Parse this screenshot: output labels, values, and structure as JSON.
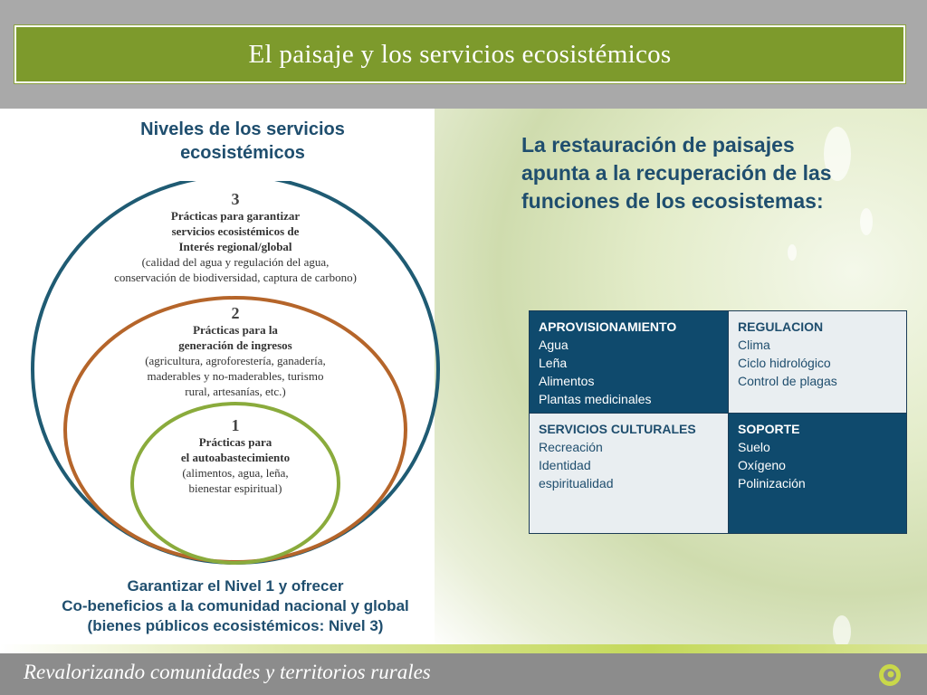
{
  "header": {
    "title": "El paisaje y los servicios ecosistémicos"
  },
  "left": {
    "heading_line1": "Niveles de los servicios",
    "heading_line2": "ecosistémicos",
    "levels": [
      {
        "number": "3",
        "lines": [
          "Prácticas para garantizar",
          "servicios ecosistémicos de",
          "Interés regional/global"
        ],
        "detail": [
          "(calidad del agua y regulación del agua,",
          "conservación de biodiversidad, captura de carbono)"
        ]
      },
      {
        "number": "2",
        "lines": [
          "Prácticas para la",
          "generación de ingresos"
        ],
        "detail": [
          "(agricultura, agroforestería, ganadería,",
          "maderables y no-maderables, turismo",
          "rural, artesanías, etc.)"
        ]
      },
      {
        "number": "1",
        "lines": [
          "Prácticas para",
          "el autoabastecimiento"
        ],
        "detail": [
          "(alimentos, agua, leña,",
          "bienestar espiritual)"
        ]
      }
    ],
    "caption": [
      "Garantizar el Nivel 1 y ofrecer",
      "Co-beneficios a la comunidad nacional y global",
      "(bienes públicos ecosistémicos: Nivel 3)"
    ]
  },
  "right": {
    "text_lines": [
      "La restauración de paisajes",
      "apunta a la recuperación de las",
      "funciones de los ecosistemas:"
    ],
    "cells": [
      {
        "head": "APROVISIONAMIENTO",
        "items": [
          "Agua",
          "Leña",
          "Alimentos",
          "Plantas medicinales"
        ]
      },
      {
        "head": "REGULACION",
        "items": [
          "Clima",
          "Ciclo hidrológico",
          "Control de plagas"
        ]
      },
      {
        "head": "SERVICIOS CULTURALES",
        "items": [
          "Recreación",
          "Identidad",
          "espiritualidad"
        ]
      },
      {
        "head": "SOPORTE",
        "items": [
          "Suelo",
          "Oxígeno",
          "Polinización"
        ]
      }
    ]
  },
  "footer": {
    "text": "Revalorizando comunidades y territorios rurales"
  },
  "colors": {
    "title_green": "#7d9a2c",
    "text_blue": "#1f4e6e",
    "cell_dark": "#0f4a6d",
    "ring_outer": "#1f5b73",
    "ring_middle": "#b5652a",
    "ring_inner": "#8aab3c"
  }
}
